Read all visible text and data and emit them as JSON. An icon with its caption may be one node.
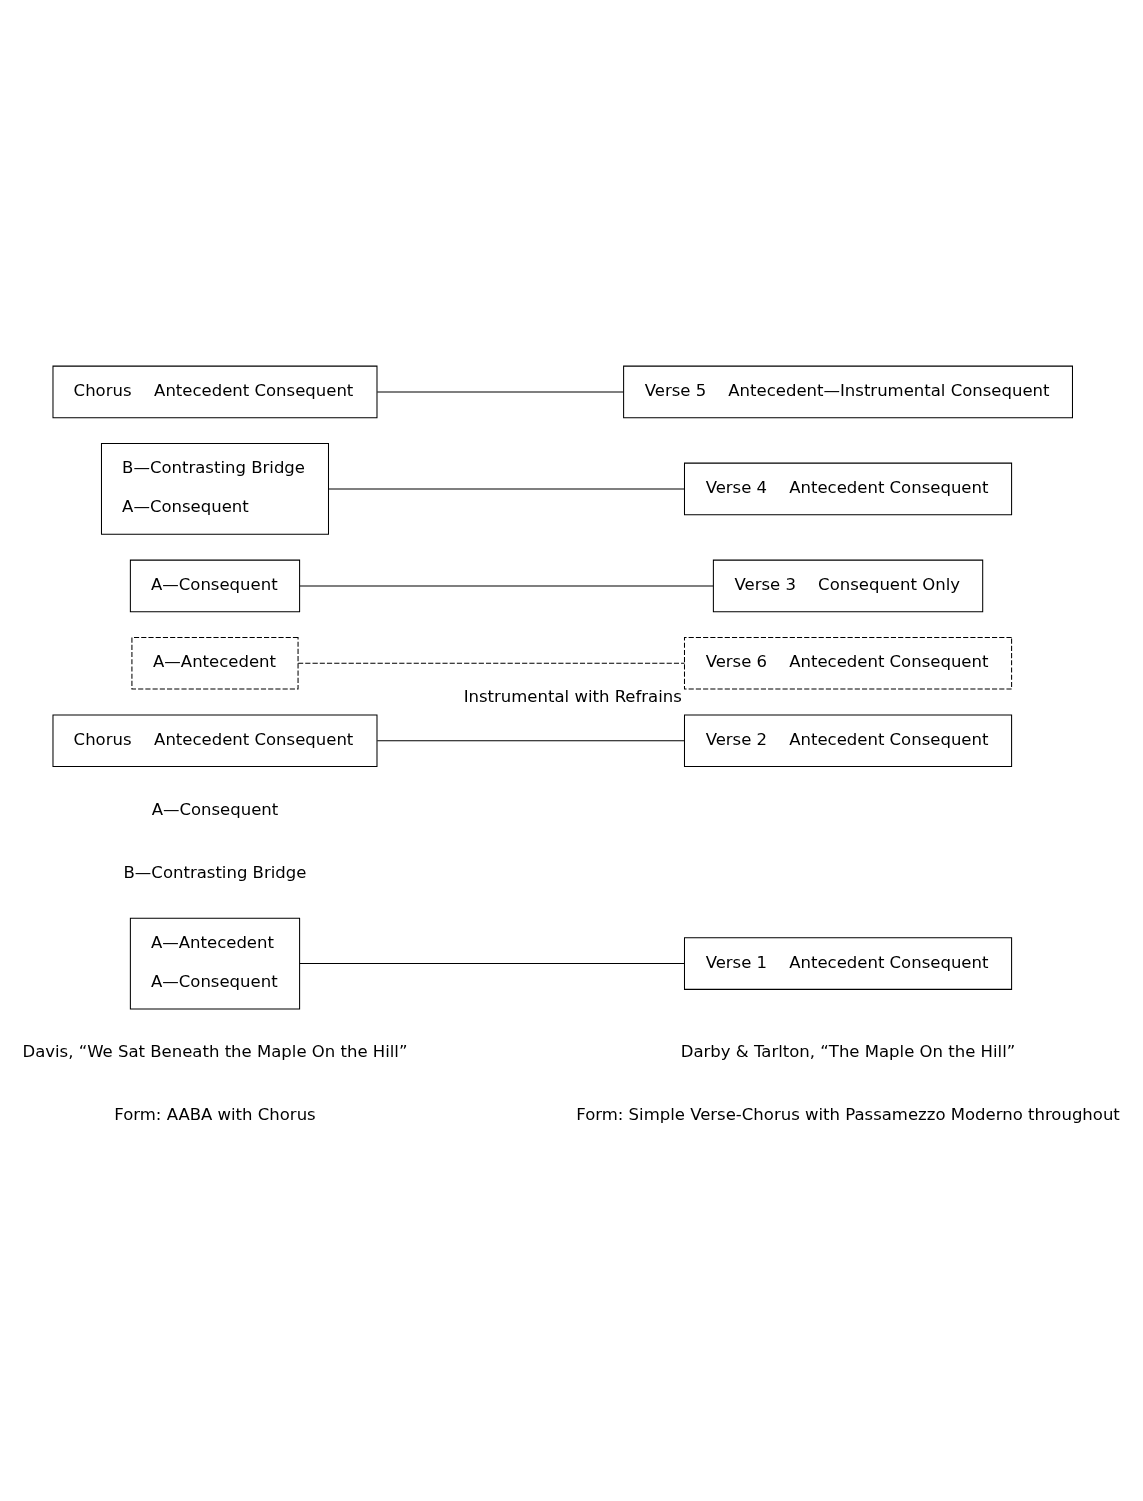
{
  "diagram": {
    "nodes": [
      {
        "text": [
          "A—Antecedent",
          "A—Consequent"
        ]
      },
      {
        "text": [
          "Verse 1",
          "Antecedent Consequent"
        ]
      },
      {
        "text": [
          "Chorus",
          "Antecedent Consequent"
        ]
      },
      {
        "text": [
          "Verse 2",
          "Antecedent Consequent"
        ]
      },
      {
        "text": [
          "A—Antecedent"
        ]
      },
      {
        "text": [
          "A—Consequent"
        ]
      },
      {
        "text": [
          "Verse 3",
          "Consequent Only"
        ]
      },
      {
        "text": [
          "B—Contrasting Bridge",
          "A—Consequent"
        ]
      },
      {
        "text": [
          "Verse 4",
          "Antecedent Consequent"
        ]
      },
      {
        "text": [
          "Chorus",
          "Antecedent Consequent"
        ]
      },
      {
        "text": [
          "Verse 5",
          "Antecedent—Instrumental Consequent"
        ]
      },
      {
        "text": [
          "Verse 6",
          "Antecedent Consequent"
        ],
        "beside": [
          "Instrumental with Refrains"
        ]
      }
    ],
    "edges": [
      {
        "from": 0,
        "to": 1,
        "arrow": "none"
      },
      {
        "from": 2,
        "to": 3,
        "arrow": "none"
      },
      {
        "from": 5,
        "to": 6,
        "arrow": "none"
      },
      {
        "from": 7,
        "to": 8,
        "arrow": "none"
      },
      {
        "from": 9,
        "to": 10,
        "arrow": "none"
      },
      {
        "from": 4,
        "to": 11,
        "arrow": "none",
        "style": "dashed"
      }
    ],
    "labels": [
      "Davis, “We Sat Beneath the Maple On the Hill”",
      "Darby & Tarlton, “The Maple On the Hill”",
      "Form: AABA with Chorus",
      "Form: Simple Verse-Chorus with Passamezzo Moderno throughout",
      "B—Contrasting Bridge",
      "A—Consequent"
    ]
  }
}
